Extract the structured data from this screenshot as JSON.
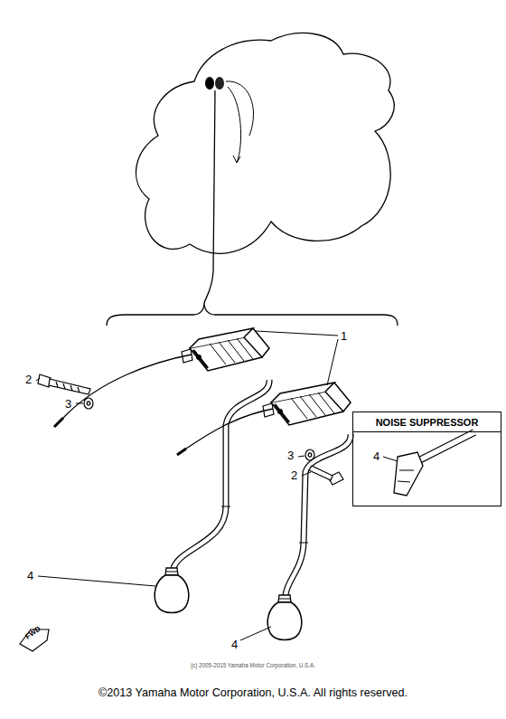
{
  "diagram": {
    "nodes": [
      {
        "text": [
          "NOISE SUPPRESSOR"
        ]
      }
    ],
    "labels": [
      "1",
      "2",
      "3",
      "3",
      "2",
      "4",
      "4",
      "4",
      "FWD",
      "(c) 2005-2015 Yamaha Motor Corporation, U.S.A.",
      "©2013 Yamaha Motor Corporation, U.S.A. All rights reserved."
    ]
  }
}
